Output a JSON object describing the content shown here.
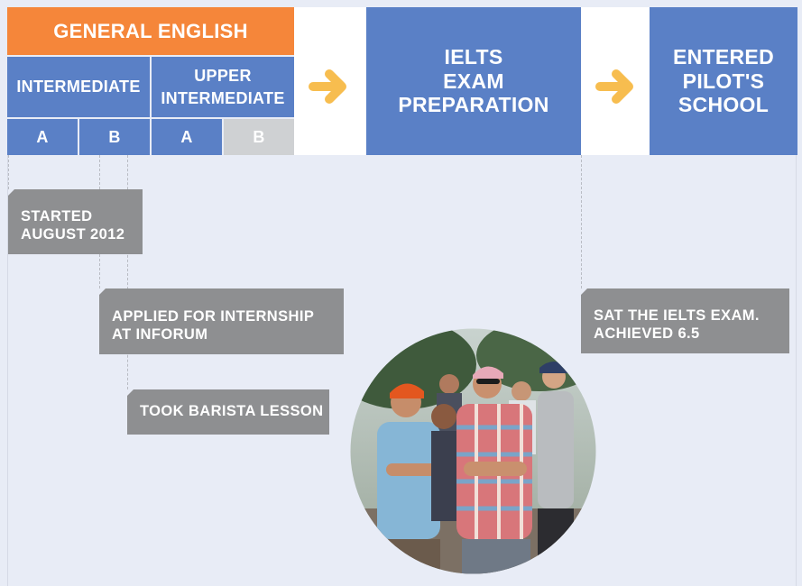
{
  "levels": {
    "general_english": "GENERAL ENGLISH",
    "intermediate": "INTERMEDIATE",
    "upper_intermediate": "UPPER\nINTERMEDIATE",
    "inter_a": "A",
    "inter_b": "B",
    "upper_a": "A",
    "upper_b": "B"
  },
  "stages": {
    "ielts_prep": "IELTS\nEXAM\nPREPARATION",
    "pilot_school": "ENTERED\nPILOT'S\nSCHOOL"
  },
  "milestones": {
    "started": "STARTED\nAUGUST 2012",
    "internship": "APPLIED FOR INTERNSHIP\nAT INFORUM",
    "barista": "TOOK BARISTA LESSON",
    "ielts_result": "SAT THE IELTS EXAM.\nACHIEVED 6.5"
  },
  "colors": {
    "orange": "#f5863a",
    "blue": "#5a80c6",
    "completed_grey": "#cfd1d3",
    "note_grey": "#8e8f91",
    "arrow": "#f7bd4f",
    "background": "#e8ecf6"
  },
  "icons": {
    "arrow": "right-arrow-icon",
    "photo": "group-photo"
  }
}
